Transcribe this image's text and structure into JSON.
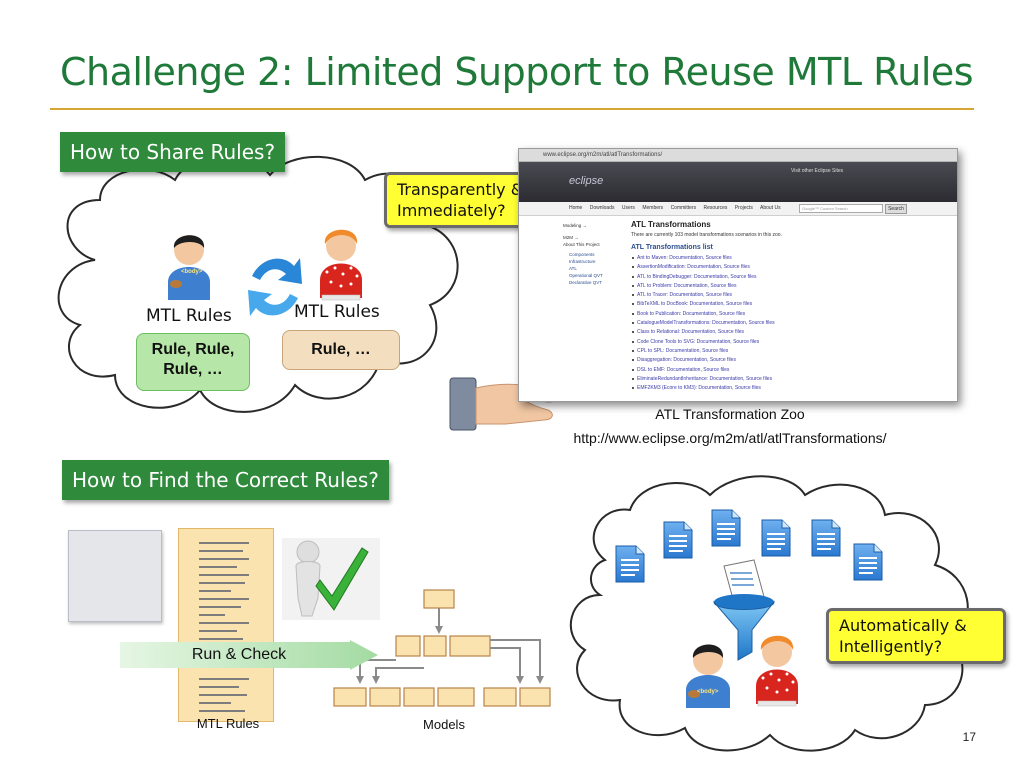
{
  "slide": {
    "title": "Challenge 2: Limited Support to Reuse MTL Rules",
    "page_number": "17"
  },
  "share_section": {
    "banner": "How to Share Rules?",
    "callout": "Transparently & Immediately?",
    "left_user_label": "MTL Rules",
    "right_user_label": "MTL Rules",
    "left_rules": "Rule, Rule, Rule, …",
    "right_rules": "Rule, …",
    "left_badge": "<body>",
    "zoo_caption": "ATL Transformation Zoo",
    "zoo_url": "http://www.eclipse.org/m2m/atl/atlTransformations/"
  },
  "browser": {
    "address": "www.eclipse.org/m2m/atl/atlTransformations/",
    "logo": "eclipse",
    "other_sites": "Visit other Eclipse Sites",
    "nav": [
      "Home",
      "Downloads",
      "Users",
      "Members",
      "Committers",
      "Resources",
      "Projects",
      "About Us"
    ],
    "search_placeholder": "Google™ Custom Search",
    "search_button": "Search",
    "sidebar": {
      "breadcrumb": "Modeling →",
      "m2m": "M2M →",
      "about": "About This Project",
      "items": [
        "Components",
        "Infrastructure",
        "ATL",
        "Operational QVT",
        "Declarative QVT"
      ]
    },
    "heading": "ATL Transformations",
    "intro": "There are currently 103 model transformations scenarios in this zoo.",
    "list_heading": "ATL Transformations list",
    "links": [
      "Ant to Maven: Documentation, Source files",
      "AssertionModification: Documentation, Source files",
      "ATL to BindingDebugger: Documentation, Source files",
      "ATL to Problem: Documentation, Source files",
      "ATL to Tracer: Documentation, Source files",
      "BibTeXML to DocBook: Documentation, Source files",
      "Book to Publication: Documentation, Source files",
      "CatalogueModelTransformations: Documentation, Source files",
      "Class to Relational: Documentation, Source files",
      "Code Clone Tools to SVG: Documentation, Source files",
      "CPL to SPL: Documentation, Source files",
      "Disaggregation: Documentation, Source files",
      "DSL to EMF: Documentation, Source files",
      "EliminateRedundantInheritance: Documentation, Source files",
      "EMF2KM3 (Ecore to KM3): Documentation, Source files"
    ]
  },
  "find_section": {
    "banner": "How to Find the Correct Rules?",
    "run_check": "Run & Check",
    "mtl_rules_caption": "MTL Rules",
    "models_caption": "Models",
    "callout": "Automatically & Intelligently?",
    "user_badge": "<body>"
  },
  "colors": {
    "title_green": "#1f7a3a",
    "banner_green": "#2f8a3c",
    "callout_yellow": "#ffff33",
    "rule_green": "#b6e6a8",
    "rule_tan": "#f3dfbf",
    "divider_gold": "#d6a634"
  },
  "icons": [
    "person-blue-icon",
    "person-orange-icon",
    "sync-arrows-icon",
    "hand-icon",
    "document-icon",
    "funnel-icon",
    "check-figure-icon",
    "play-icon"
  ]
}
